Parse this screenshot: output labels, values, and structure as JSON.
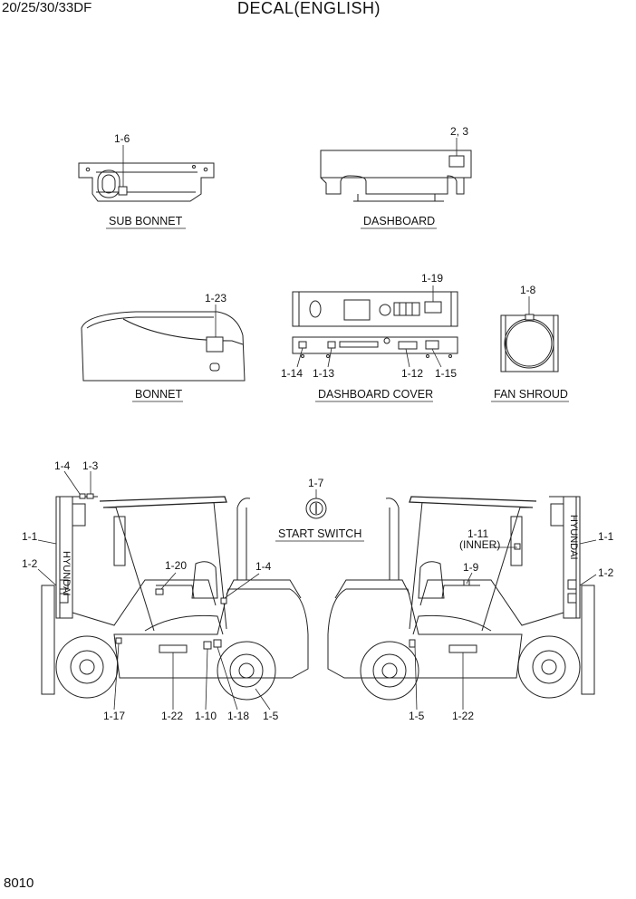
{
  "header": {
    "model": "20/25/30/33DF",
    "title": "DECAL(ENGLISH)"
  },
  "page_number": "8010",
  "captions": {
    "sub_bonnet": "SUB BONNET",
    "dashboard": "DASHBOARD",
    "bonnet": "BONNET",
    "dashboard_cover": "DASHBOARD COVER",
    "fan_shroud": "FAN SHROUD",
    "start_switch": "START SWITCH"
  },
  "callouts": {
    "sub_bonnet": "1-6",
    "dashboard": "2, 3",
    "bonnet": "1-23",
    "dc_top": "1-19",
    "dc_1_14": "1-14",
    "dc_1_13": "1-13",
    "dc_1_12": "1-12",
    "dc_1_15": "1-15",
    "fan_shroud": "1-8",
    "start_switch": "1-7",
    "left": {
      "c1_4": "1-4",
      "c1_3": "1-3",
      "c1_1": "1-1",
      "c1_2": "1-2",
      "c1_20": "1-20",
      "c1_4b": "1-4",
      "c1_17": "1-17",
      "c1_22": "1-22",
      "c1_10": "1-10",
      "c1_18": "1-18",
      "c1_5": "1-5"
    },
    "right": {
      "c1_11": "1-11",
      "c1_11_note": "(INNER)",
      "c1_9": "1-9",
      "c1_1": "1-1",
      "c1_2": "1-2",
      "c1_5": "1-5",
      "c1_22": "1-22"
    }
  },
  "mast_brand": "HYUNDAI"
}
